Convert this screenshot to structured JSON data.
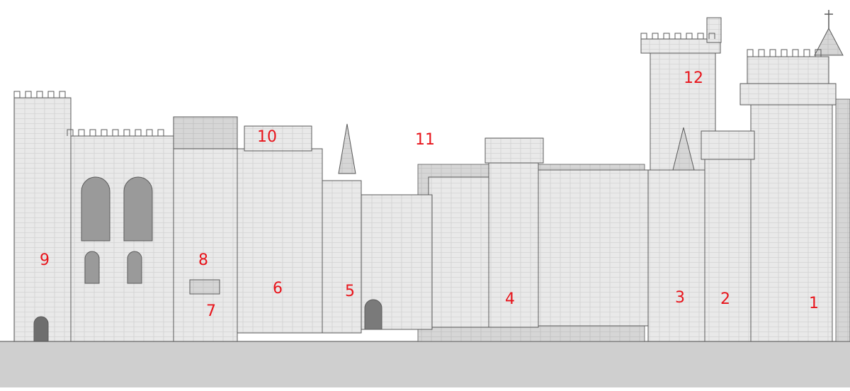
{
  "colors": {
    "label": "#e8141b",
    "ground": "#cfcfcf",
    "stone": "#e9e9e9",
    "line": "#5a5a5a"
  },
  "labels": {
    "l1": "1",
    "l2": "2",
    "l3": "3",
    "l4": "4",
    "l5": "5",
    "l6": "6",
    "l7": "7",
    "l8": "8",
    "l9": "9",
    "l10": "10",
    "l11": "11",
    "l12": "12"
  }
}
